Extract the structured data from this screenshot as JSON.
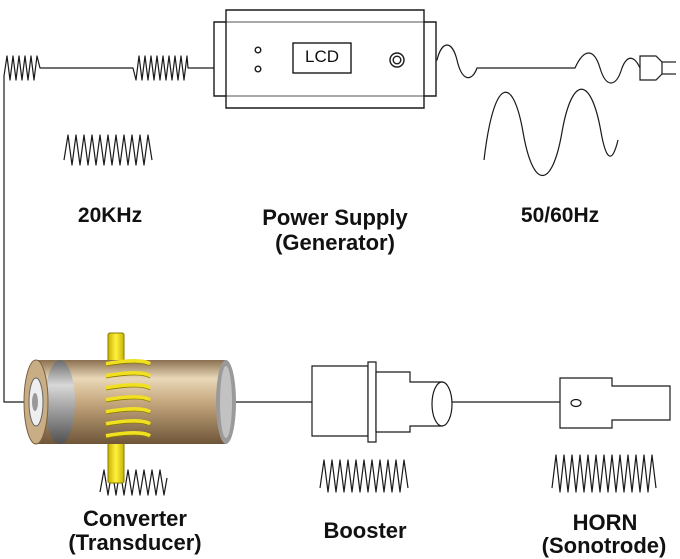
{
  "colors": {
    "line": "#1a1a1a",
    "box_fill": "#ffffff",
    "cylinder_body": "#c8ad85",
    "cylinder_end": "#9a9a9a",
    "coil": "#f0e020",
    "coil_edge": "#8a7a00"
  },
  "generator": {
    "display_label": "LCD",
    "label_line1": "Power Supply",
    "label_line2": "(Generator)"
  },
  "input": {
    "label": "50/60Hz",
    "icon": "power-plug-icon"
  },
  "output": {
    "label": "20KHz"
  },
  "components": {
    "converter": {
      "label_line1": "Converter",
      "label_line2": "(Transducer)"
    },
    "booster": {
      "label": "Booster"
    },
    "horn": {
      "label_line1": "HORN",
      "label_line2": "(Sonotrode)"
    }
  }
}
